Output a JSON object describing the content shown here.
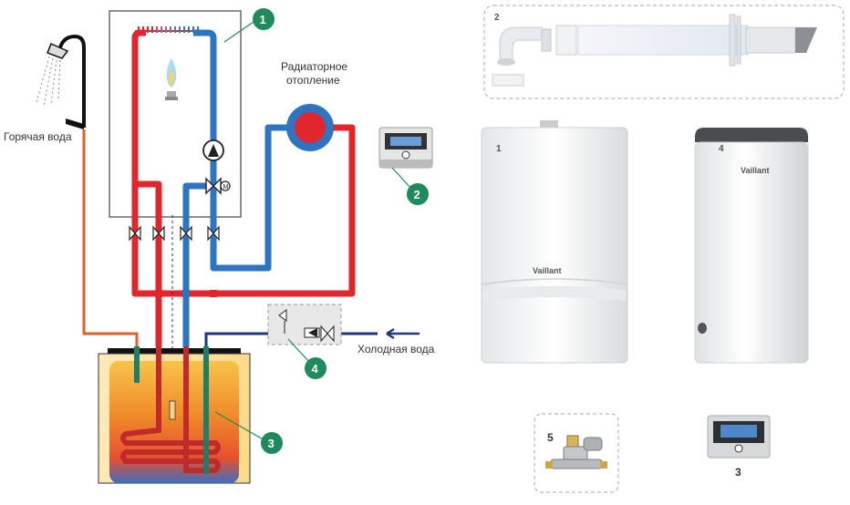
{
  "labels": {
    "radiator_line1": "Радиаторное",
    "radiator_line2": "отопление",
    "hot_water": "Горячая вода",
    "cold_water": "Холодная вода"
  },
  "callouts": {
    "boiler": "1",
    "controller": "2",
    "cylinder": "3",
    "safety_group": "4"
  },
  "products": {
    "flue_kit_number": "2",
    "boiler_number": "1",
    "cylinder_number": "4",
    "safety_group_number": "5",
    "controller_number": "3",
    "boiler_brand": "Vaillant",
    "cylinder_brand": "Vaillant"
  },
  "colors": {
    "hot_pipe": "#e1262d",
    "cold_pipe": "#2e74c0",
    "dhw_pipe": "#e0622a",
    "callout_badge": "#1f8a5c"
  }
}
